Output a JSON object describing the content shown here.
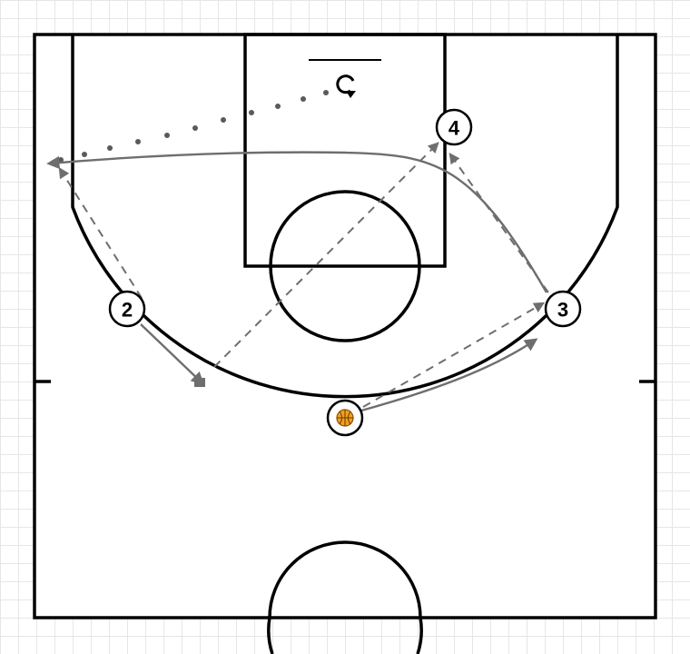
{
  "colors": {
    "court_lines": "#000000",
    "action_lines": "#6e6e6e",
    "ball": "#f0a020",
    "grid": "#e6e6e6"
  },
  "players": [
    {
      "id": "p2",
      "label": "2"
    },
    {
      "id": "p3",
      "label": "3"
    },
    {
      "id": "p4",
      "label": "4"
    }
  ],
  "ball": {
    "icon": "basketball-icon",
    "holder": "1"
  },
  "actions": [
    {
      "type": "cut",
      "style": "solid-arrow",
      "from": "p2",
      "to": "left-wing"
    },
    {
      "type": "cut",
      "style": "solid-arrow",
      "from": "p3",
      "to": "left-corner"
    },
    {
      "type": "dribble",
      "style": "solid-arrow",
      "from": "ball",
      "to": "right-wing"
    },
    {
      "type": "pass",
      "style": "dashed-arrow",
      "from": "ball",
      "to": "p3"
    },
    {
      "type": "pass",
      "style": "dashed-arrow",
      "from": "p3",
      "to": "p4"
    },
    {
      "type": "pass",
      "style": "dashed-arrow",
      "from": "left-wing",
      "to": "p4"
    },
    {
      "type": "pass",
      "style": "dashed-arrow",
      "from": "p2",
      "to": "left-corner"
    },
    {
      "type": "dribble-move",
      "style": "dotted",
      "from": "left-corner",
      "to": "basket"
    }
  ]
}
